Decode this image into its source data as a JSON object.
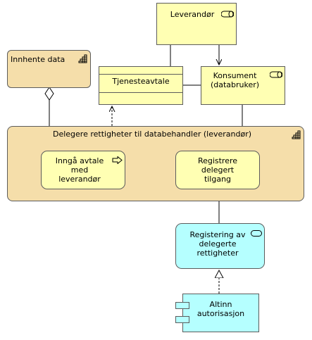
{
  "diagram": {
    "nodes": {
      "leverandor": {
        "label": "Leverandør",
        "type": "business-role",
        "icon": "role-icon"
      },
      "innhente_data": {
        "label": "Innhente data",
        "type": "business-function",
        "icon": "function-icon"
      },
      "tjenesteavtale": {
        "label": "Tjenesteavtale",
        "type": "contract"
      },
      "konsument": {
        "label": "Konsument\n(databruker)",
        "type": "business-role",
        "icon": "role-icon"
      },
      "delegere": {
        "label": "Delegere rettigheter til databehandler (leverandør)",
        "type": "business-function-group",
        "icon": "function-icon"
      },
      "inngaa_avtale": {
        "label": "Inngå avtale\nmed\nleverandør",
        "type": "business-event",
        "icon": "event-icon"
      },
      "registrere_delegert": {
        "label": "Registrere\ndelegert\ntilgang",
        "type": "business-process"
      },
      "registering_av": {
        "label": "Registering av\ndelegerte\nrettigheter",
        "type": "application-service",
        "icon": "service-icon"
      },
      "altinn": {
        "label": "Altinn\nautorisasjon",
        "type": "application-component",
        "icon": "component-icon"
      }
    },
    "colors": {
      "business": "#ffffb3",
      "function_group": "#f5deaa",
      "application": "#b5ffff",
      "border": "#5c5c5c",
      "line": "#000000"
    }
  }
}
